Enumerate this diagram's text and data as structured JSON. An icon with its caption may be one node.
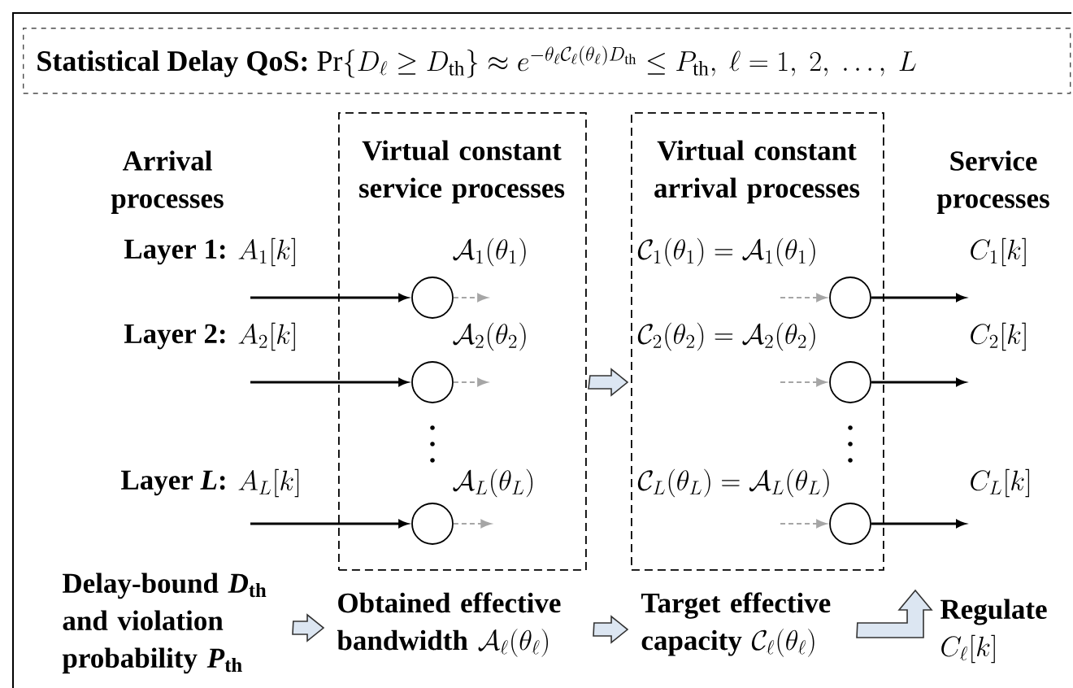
{
  "diagram": {
    "nodes": [
      {
        "text": [
          "Statistical Delay QoS:",
          "\\Pr\\{D_\\ell \\ge D_{\\mathrm{th}}\\} \\approx e^{-\\theta_\\ell \\mathcal{C}_\\ell(\\theta_\\ell) D_{\\mathrm{th}}} \\le P_{\\mathrm{th}},\\ \\ell = 1,\\ 2,\\ \\ldots,\\ L"
        ]
      },
      {
        "text": [
          "Virtual constant service processes"
        ]
      },
      {
        "text": [
          "Virtual constant arrival processes"
        ]
      },
      {
        "text": [],
        "shape": "circle",
        "in": 1
      },
      {
        "text": [],
        "shape": "circle",
        "in": 1
      },
      {
        "text": [],
        "shape": "circle",
        "in": 1
      },
      {
        "text": [],
        "shape": "circle",
        "in": 2,
        "beside": [
          "\\mathcal{C}_1(\\theta_1) = \\mathcal{A}_1(\\theta_1)"
        ]
      },
      {
        "text": [],
        "shape": "circle",
        "in": 2,
        "beside": [
          "\\mathcal{C}_2(\\theta_2) = \\mathcal{A}_2(\\theta_2)"
        ]
      },
      {
        "text": [],
        "shape": "circle",
        "in": 2,
        "beside": [
          "\\mathcal{C}_L(\\theta_L) = \\mathcal{A}_L(\\theta_L)"
        ]
      },
      {
        "text": [
          "Delay-bound *D*$_{th}$ and violation probability *P*$_{th}$"
        ]
      },
      {
        "text": [
          "Obtained effective bandwidth",
          "\\mathcal{A}_\\ell(\\theta_\\ell)"
        ]
      },
      {
        "text": [
          "Target effective capacity",
          "\\mathcal{C}_\\ell(\\theta_\\ell)"
        ]
      },
      {
        "text": [
          "Regulate",
          "C_\\ell[k]"
        ]
      },
      {
        "text": [
          "\\mathcal{A}_1(\\theta_1)"
        ],
        "in": 1
      },
      {
        "text": [
          "\\mathcal{A}_2(\\theta_2)"
        ],
        "in": 1
      },
      {
        "text": [
          "\\mathcal{A}_L(\\theta_L)"
        ],
        "in": 1
      },
      {
        "text": [
          "C_1[k]"
        ]
      },
      {
        "text": [
          "C_2[k]"
        ]
      },
      {
        "text": [
          "C_L[k]"
        ]
      }
    ],
    "edges": [
      {
        "from": null,
        "to": 3,
        "arrow": "to"
      },
      {
        "from": null,
        "to": 4,
        "arrow": "to"
      },
      {
        "from": null,
        "to": 5,
        "arrow": "to"
      },
      {
        "from": 3,
        "to": 13,
        "arrow": "to",
        "style": "dashed",
        "color": "#a6a6a6"
      },
      {
        "from": 4,
        "to": 14,
        "arrow": "to",
        "style": "dashed",
        "color": "#a6a6a6"
      },
      {
        "from": 5,
        "to": 15,
        "arrow": "to",
        "style": "dashed",
        "color": "#a6a6a6"
      },
      {
        "from": null,
        "to": 6,
        "arrow": "to",
        "style": "dashed",
        "color": "#a6a6a6"
      },
      {
        "from": null,
        "to": 7,
        "arrow": "to",
        "style": "dashed",
        "color": "#a6a6a6"
      },
      {
        "from": null,
        "to": 8,
        "arrow": "to",
        "style": "dashed",
        "color": "#a6a6a6"
      },
      {
        "from": 6,
        "to": 16,
        "arrow": "to"
      },
      {
        "from": 7,
        "to": 17,
        "arrow": "to"
      },
      {
        "from": 8,
        "to": 18,
        "arrow": "to"
      },
      {
        "from": 1,
        "to": 2,
        "arrow": "to"
      },
      {
        "from": 9,
        "to": 10,
        "arrow": "to"
      },
      {
        "from": 10,
        "to": 11,
        "arrow": "to"
      },
      {
        "from": 11,
        "to": 12,
        "arrow": "to"
      }
    ],
    "labels": [
      "Arrival processes",
      "Service processes",
      "Layer 1:",
      "A_1[k]",
      "Layer 2:",
      "A_2[k]",
      "Layer *L*:",
      "A_L[k]"
    ]
  }
}
